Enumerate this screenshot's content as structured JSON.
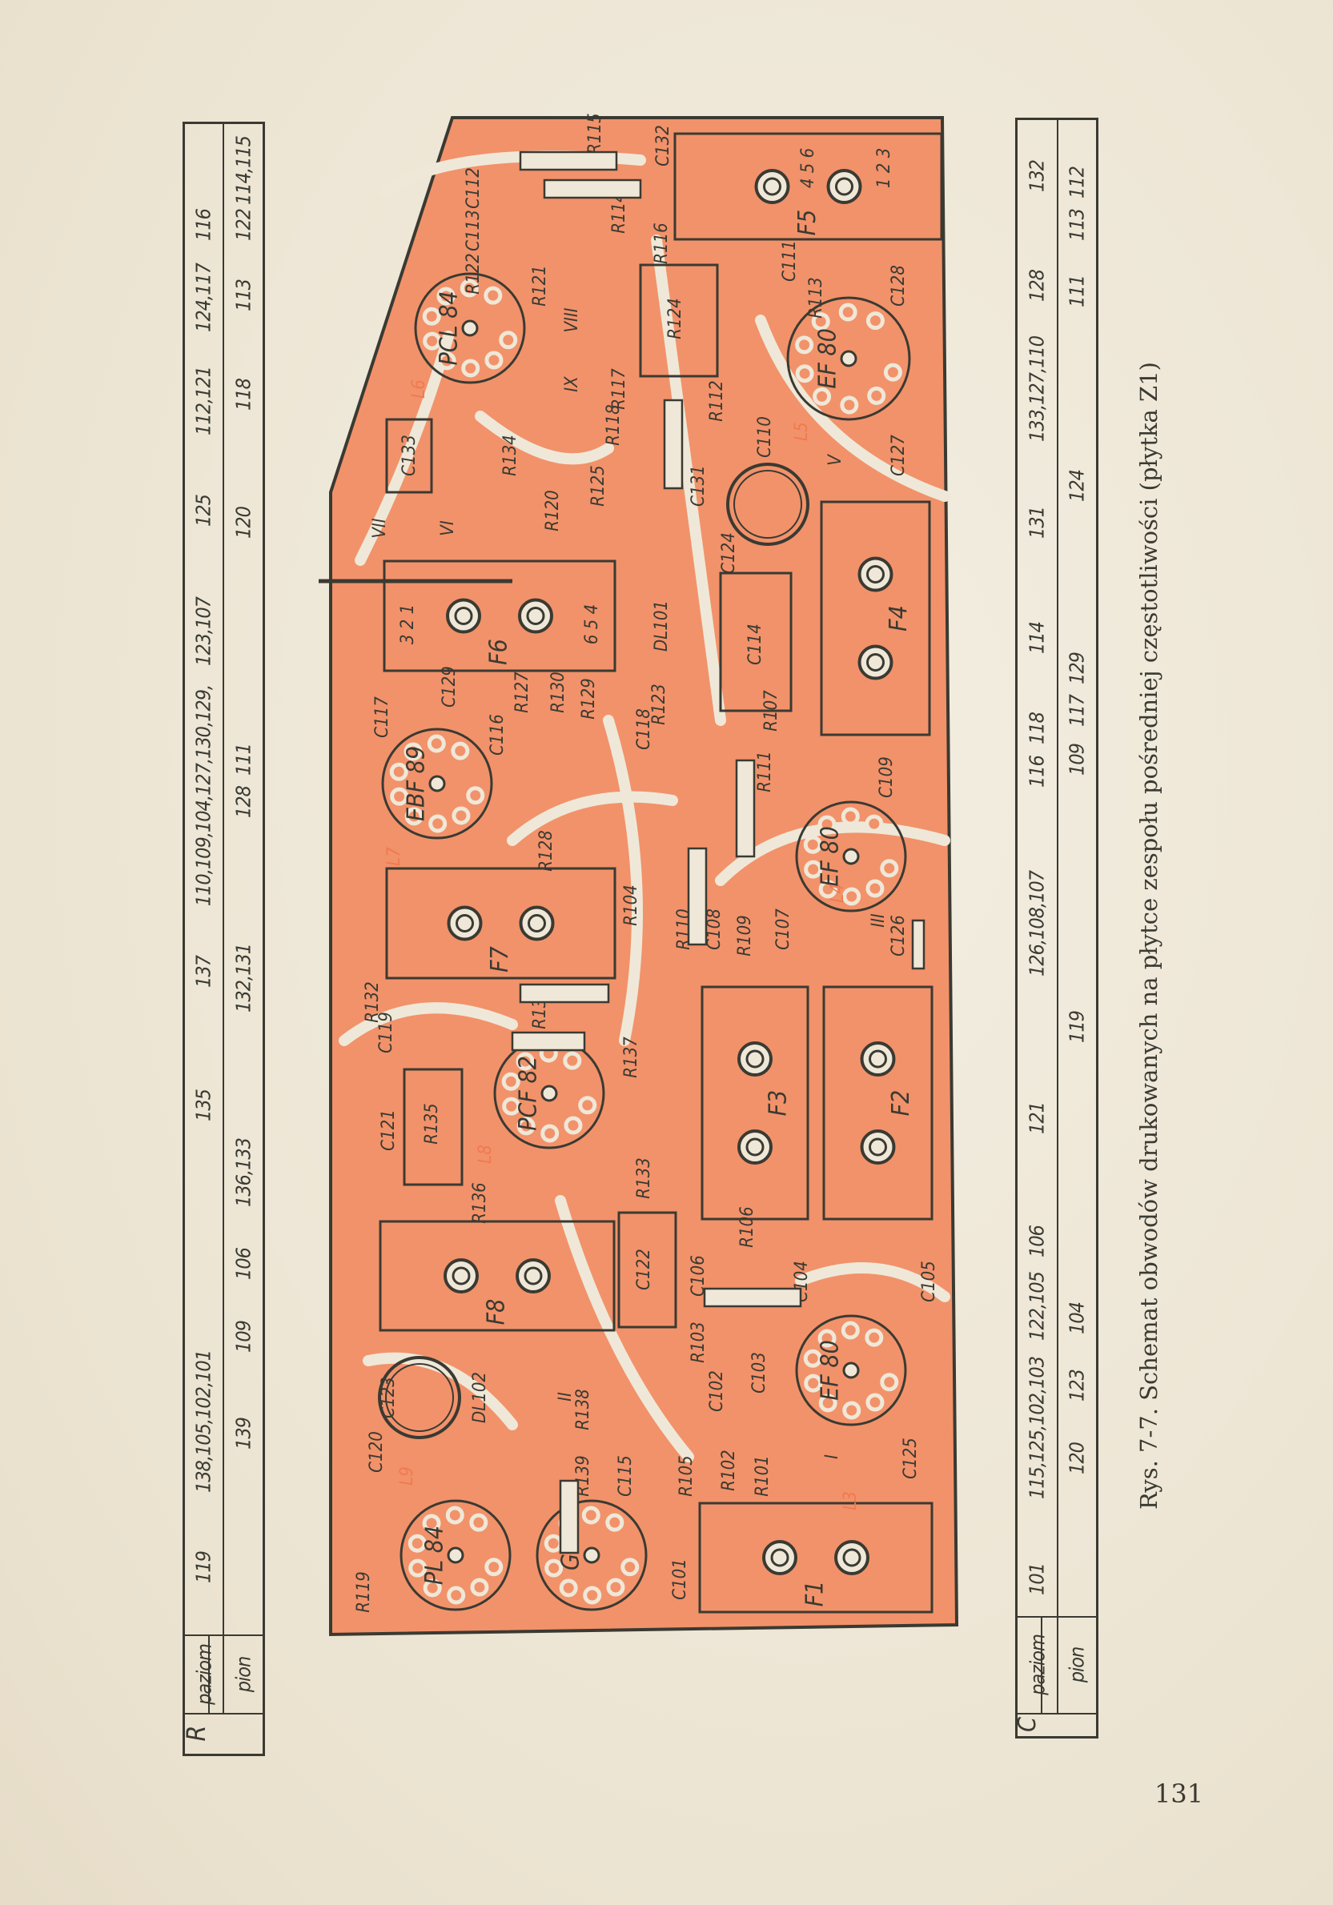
{
  "caption": "Rys. 7-7. Schemat obwodów drukowanych na płytce zespołu pośredniej częstotliwości (płytka Z1)",
  "page_number": "131",
  "colors": {
    "copper": "#f2926a",
    "ink": "#3a3a32",
    "paper": "#efe8d8"
  },
  "table_r": {
    "symbol": "R",
    "row_labels": [
      "paziom",
      "pion"
    ],
    "paziom": [
      "119",
      "138,105,102,101",
      "135",
      "137",
      "110,109,104,127,130,129,",
      "123,107",
      "125",
      "112,121",
      "124,117",
      "116"
    ],
    "pion": [
      "139",
      "109",
      "106",
      "136,133",
      "132,131",
      "128",
      "111",
      "120",
      "118",
      "113",
      "122",
      "114,115"
    ]
  },
  "table_c": {
    "symbol": "C",
    "row_labels": [
      "paziom",
      "pion"
    ],
    "paziom": [
      "101",
      "115,125,102,103",
      "122,105",
      "106",
      "121",
      "126,108,107",
      "116",
      "118",
      "114",
      "131",
      "133,127,110",
      "128",
      "132"
    ],
    "pion": [
      "120",
      "123",
      "104",
      "119",
      "109",
      "117",
      "129",
      "124",
      "111",
      "113",
      "112"
    ]
  },
  "pcb": {
    "tubes": [
      "PCL 84",
      "EF 80",
      "EBF 89",
      "EF 80",
      "PCF 82",
      "EF 80",
      "PL 84",
      "G1"
    ],
    "filters": [
      "F5",
      "F6",
      "F4",
      "F7",
      "F3",
      "F2",
      "F8",
      "F1"
    ],
    "components": [
      "C114",
      "C122",
      "C133",
      "R135",
      "R124",
      "R115",
      "C112",
      "C113",
      "R122",
      "R114",
      "R116",
      "C132",
      "R121",
      "R117",
      "R118",
      "R134",
      "R112",
      "C110",
      "R113",
      "C111",
      "C128",
      "C127",
      "R125",
      "R120",
      "C131",
      "C124",
      "DL101",
      "R123",
      "C118",
      "C129",
      "C117",
      "C116",
      "R127",
      "R130",
      "R129",
      "R107",
      "R111",
      "C109",
      "R128",
      "R104",
      "R110",
      "C108",
      "R109",
      "C107",
      "C126",
      "R132",
      "C119",
      "R131",
      "R137",
      "C121",
      "R136",
      "R133",
      "R106",
      "C106",
      "C104",
      "C105",
      "R103",
      "C102",
      "C103",
      "R105",
      "R102",
      "R101",
      "C125",
      "R138",
      "C115",
      "R139",
      "C120",
      "C123",
      "DL102",
      "R119",
      "C101"
    ],
    "coils": [
      "L3",
      "L4",
      "L5",
      "L6",
      "L7",
      "L8",
      "L9"
    ],
    "pins": [
      "3 2 1",
      "6 5 4",
      "4 5 6",
      "1 2 3",
      "VII",
      "VI",
      "VIII",
      "IX",
      "V",
      "III",
      "II",
      "I"
    ]
  }
}
